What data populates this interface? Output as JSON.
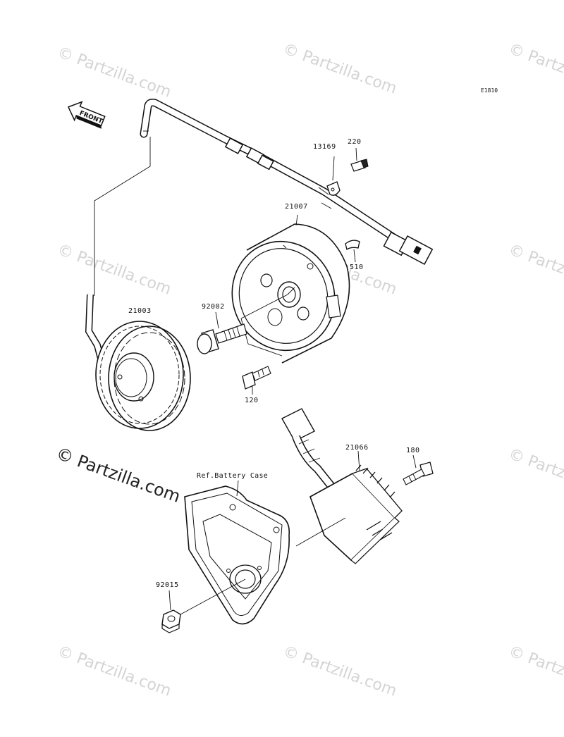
{
  "diagram": {
    "code": "E1810",
    "front_label": "FRONT",
    "reference_label": "Ref.Battery Case",
    "watermark": "© Partzilla.com"
  },
  "parts": [
    {
      "id": "13169"
    },
    {
      "id": "220"
    },
    {
      "id": "21007"
    },
    {
      "id": "510"
    },
    {
      "id": "92002"
    },
    {
      "id": "21003"
    },
    {
      "id": "120"
    },
    {
      "id": "21066"
    },
    {
      "id": "180"
    },
    {
      "id": "92015"
    }
  ]
}
